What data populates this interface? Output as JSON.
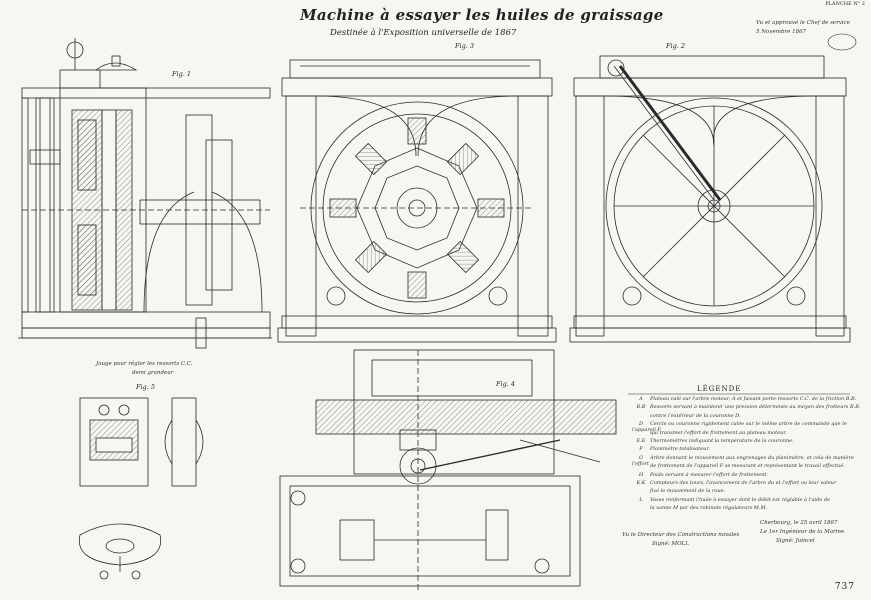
{
  "sheet": {
    "title": "Machine à essayer les huiles de graissage",
    "subtitle": "Destinée à l'Exposition universelle de 1867",
    "sheet_number": "737",
    "top_right_note_1": "Vu et approuvé le Chef de service",
    "top_right_note_2": "5 Novembre 1867",
    "top_right_ref": "PLANCHE N° 2"
  },
  "figures": {
    "fig1_label": "Fig. 1",
    "fig2_label": "Fig. 2",
    "fig3_label": "Fig. 3",
    "fig4_label": "Fig. 4",
    "fig5_label": "Fig. 5",
    "gauge_caption": "Jauge pour régler les ressorts C.C.",
    "gauge_scale": "demi grandeur"
  },
  "legend": {
    "title": "LÉGENDE",
    "items": [
      {
        "key": "A",
        "text": "Plateau calé sur l'arbre moteur, A et faisant porte-ressorts C.C. de la friction B.B."
      },
      {
        "key": "B.B",
        "text": "Ressorts servant à maintenir une pression déterminée au moyen des frotteurs B.B."
      },
      {
        "key": "",
        "text": "contre l'extérieur de la couronne D."
      },
      {
        "key": "D",
        "text": "Cercle ou couronne rigidement calée sur le même arbre de commande que le l'appareil F"
      },
      {
        "key": "",
        "text": "qui transmet l'effort de frottement au plateau moteur."
      },
      {
        "key": "E.E",
        "text": "Thermomètres indiquant la température de la couronne."
      },
      {
        "key": "F",
        "text": "Planimètre totalisateur."
      },
      {
        "key": "G",
        "text": "Arbre donnant le mouvement aux engrenages du planimètre, et cela de manière l'effort"
      },
      {
        "key": "",
        "text": "de frottement de l'appareil F se mesurant et représentant le travail effectué."
      },
      {
        "key": "H",
        "text": "Poids servant à mesurer l'effort de frottement."
      },
      {
        "key": "K.K",
        "text": "Compteurs des tours, l'avancement de l'arbre du et l'effort ou leur valeur"
      },
      {
        "key": "",
        "text": "fixé le mouvement de la roue."
      },
      {
        "key": "L",
        "text": "Vases renfermant l'huile à essayer dont le débit est réglable à l'aide de"
      },
      {
        "key": "",
        "text": "la vanne M par des robinets régulateurs M.M."
      }
    ]
  },
  "signatures": {
    "left_line_1": "Vu le Directeur des Constructions navales",
    "left_line_2": "Signé: MOLL",
    "right_line_1": "Cherbourg, le 25 avril 1867",
    "right_line_2": "Le 1er Ingénieur de la Marine",
    "right_line_3": "Signé: Juincel"
  }
}
